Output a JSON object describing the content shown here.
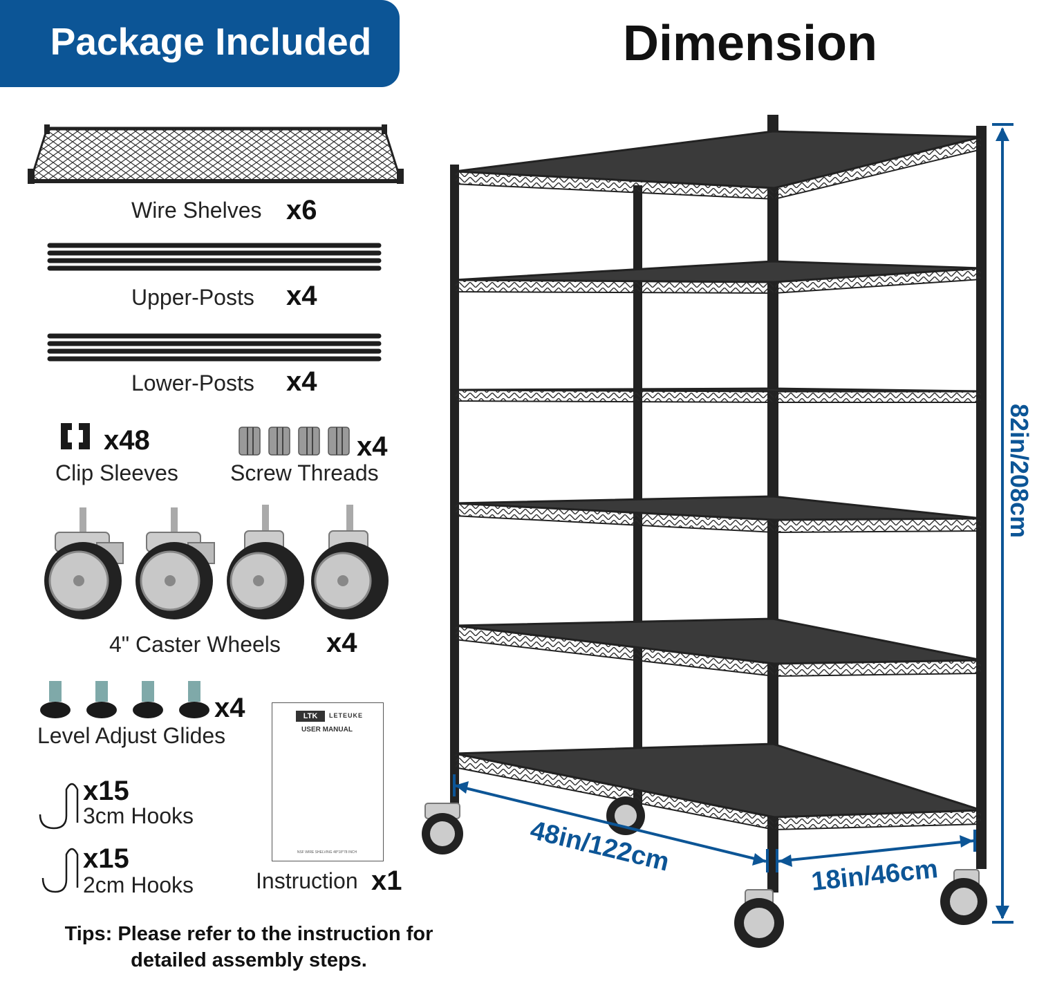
{
  "header": {
    "package_title": "Package Included",
    "dimension_title": "Dimension"
  },
  "items": {
    "wire_shelves": {
      "label": "Wire Shelves",
      "qty": "x6"
    },
    "upper_posts": {
      "label": "Upper-Posts",
      "qty": "x4"
    },
    "lower_posts": {
      "label": "Lower-Posts",
      "qty": "x4"
    },
    "clip_sleeves": {
      "label": "Clip Sleeves",
      "qty": "x48"
    },
    "screw_threads": {
      "label": "Screw Threads",
      "qty": "x4"
    },
    "caster_wheels": {
      "label": "4\" Caster Wheels",
      "qty": "x4"
    },
    "level_glides": {
      "label": "Level Adjust Glides",
      "qty": "x4"
    },
    "hooks_3cm": {
      "label": "3cm Hooks",
      "qty": "x15"
    },
    "hooks_2cm": {
      "label": "2cm Hooks",
      "qty": "x15"
    },
    "instruction": {
      "label": "Instruction",
      "qty": "x1"
    }
  },
  "manual": {
    "logo": "LTK",
    "brand": "LETEUKE",
    "title": "USER MANUAL",
    "footer": "NSF WIRE SHELVING 48*18*78 INCH"
  },
  "dimensions": {
    "width": "48in/122cm",
    "depth": "18in/46cm",
    "height": "82in/208cm"
  },
  "tips": {
    "line1": "Tips: Please refer to the instruction for",
    "line2": "detailed assembly steps."
  },
  "colors": {
    "brand_blue": "#0c5596",
    "product_black": "#2a2a2a"
  }
}
